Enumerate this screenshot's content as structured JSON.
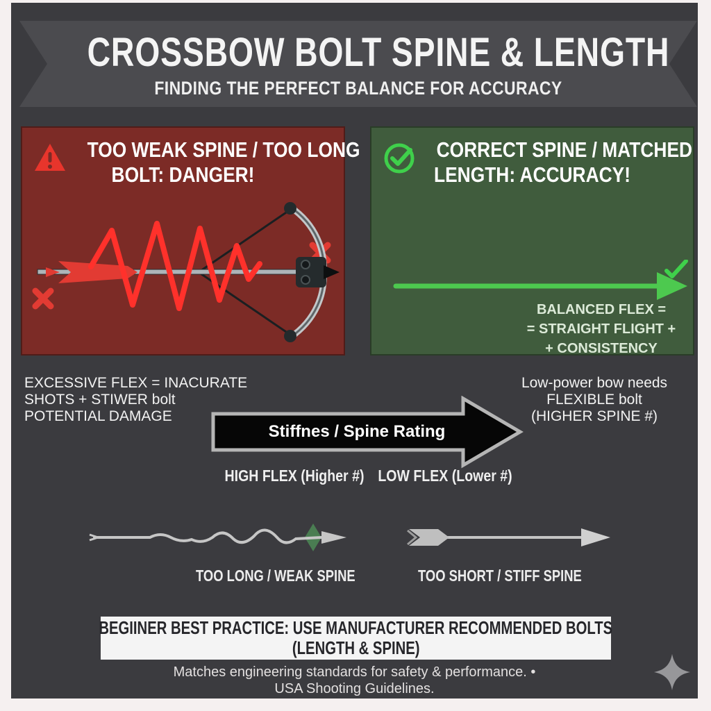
{
  "colors": {
    "canvas": "#3b3b3f",
    "ribbon": "#4b4b4f",
    "danger_bg": "#7c2b26",
    "danger_accent": "#e8352c",
    "success_bg": "#405c3d",
    "success_accent": "#4dc94f",
    "banner_bg": "#f4f4f4",
    "arrow_fill": "#060606",
    "arrow_border": "#b5b5b5",
    "bolt_gray": "#c6c6c6"
  },
  "header": {
    "title": "CROSSBOW BOLT SPINE & LENGTH",
    "subtitle": "FINDING THE PERFECT BALANCE FOR ACCURACY"
  },
  "danger_panel": {
    "icon": "warning-triangle",
    "heading_line1": "TOO WEAK SPINE / TOO LONG",
    "heading_line2": "BOLT: DANGER!"
  },
  "success_panel": {
    "icon": "check-circle",
    "heading_line1": "CORRECT SPINE / MATCHED",
    "heading_line2": "LENGTH: ACCURACY!",
    "caption_line1": "BALANCED FLEX =",
    "caption_line2": "= STRAIGHT FLIGHT +",
    "caption_line3": "+ CONSISTENCY"
  },
  "notes": {
    "left_line1": "EXCESSIVE FLEX = INACURATE",
    "left_line2": "SHOTS + STIWER bolt",
    "left_line3": "POTENTIAL DAMAGE",
    "right_line1": "Low-power bow needs",
    "right_line2": "FLEXIBLE bolt",
    "right_line3": "(HIGHER SPINE #)"
  },
  "spine_scale": {
    "arrow_label": "Stiffnes / Spine Rating",
    "left_label": "HIGH FLEX (Higher #)",
    "right_label": "LOW FLEX (Lower #)"
  },
  "bolt_examples": {
    "long_weak_label": "TOO LONG / WEAK SPINE",
    "short_stiff_label": "TOO SHORT / STIFF SPINE"
  },
  "footer": {
    "banner_line1": "BEGIINER BEST PRACTICE: USE MANUFACTURER RECOMMENDED BOLTS",
    "banner_line2": "(LENGTH & SPINE)",
    "note_line1": "Matches engineering standards for safety & performance. •",
    "note_line2": "USA Shooting Guidelines."
  }
}
